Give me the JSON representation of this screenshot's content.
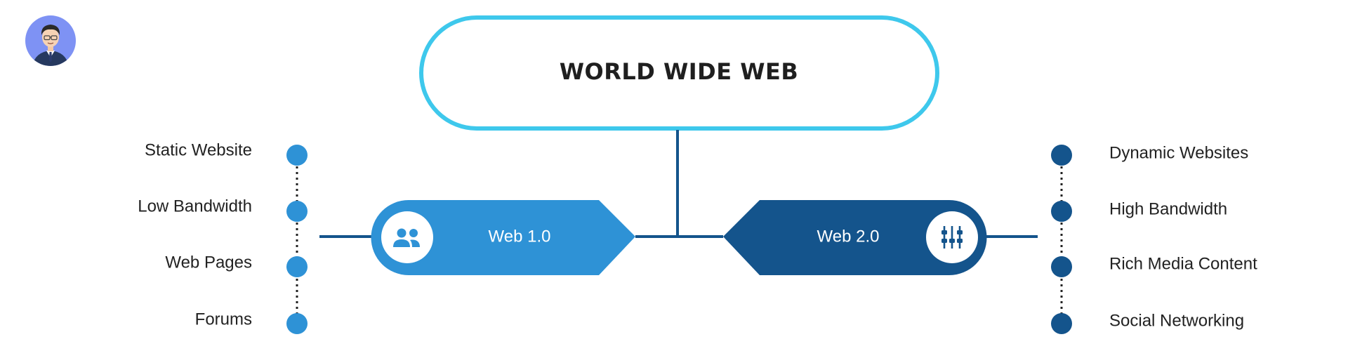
{
  "title": "WORLD WIDE WEB",
  "colors": {
    "outline": "#3ec8ec",
    "web1": "#2e92d6",
    "web2": "#14548c",
    "connector": "#14548c",
    "text": "#222222",
    "title": "#1f1f1f"
  },
  "avatar_icon": "avatar-icon",
  "web1": {
    "label": "Web 1.0",
    "icon": "users-icon",
    "items": [
      "Static Website",
      "Low Bandwidth",
      "Web Pages",
      "Forums"
    ]
  },
  "web2": {
    "label": "Web 2.0",
    "icon": "sliders-icon",
    "items": [
      "Dynamic Websites",
      "High Bandwidth",
      "Rich Media Content",
      "Social Networking"
    ]
  }
}
